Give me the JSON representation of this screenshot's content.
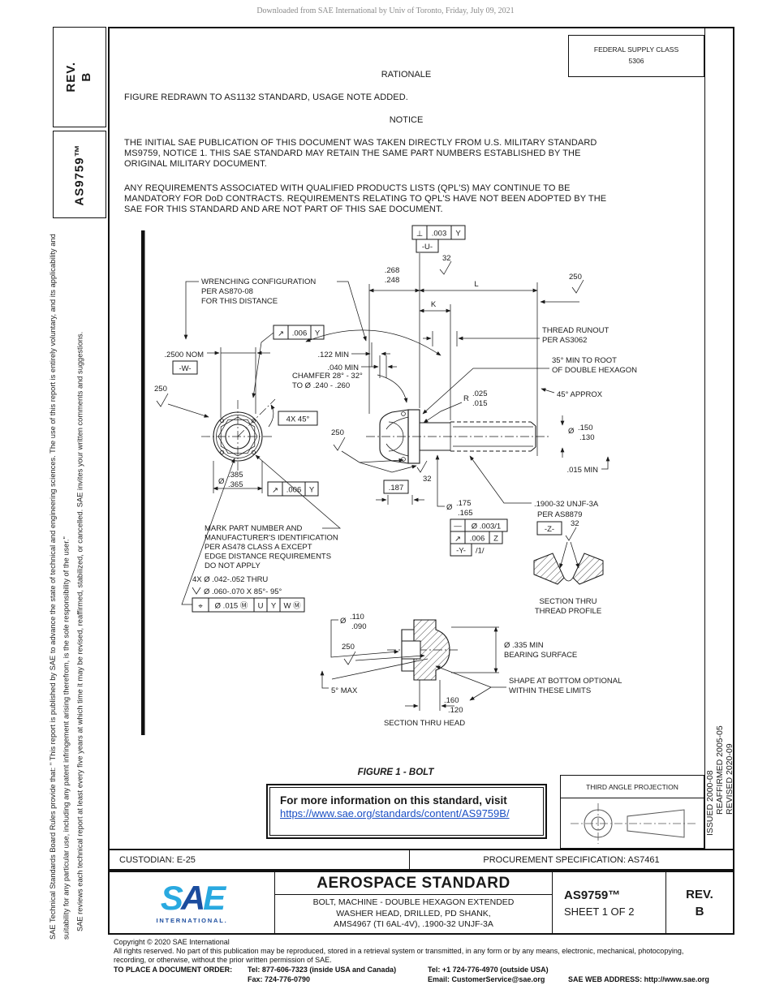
{
  "header": {
    "downloaded_note": "Downloaded from SAE International by Univ of Toronto, Friday, July 09, 2021"
  },
  "sidebar": {
    "rev_line1": "REV.",
    "rev_line2": "B",
    "doc_number": "AS9759™",
    "legal_para1": "SAE Technical Standards Board Rules provide that: \" This report is published by SAE to advance the state of technical and engineering sciences. The use of this report is entirely voluntary, and its applicability and suitability for any particular use, including any patent infringement arising therefrom, is the sole responsibility of the user.\"",
    "legal_para2": "SAE reviews each technical report at least every five years at which time it may be revised, reaffirmed, stabilized, or cancelled. SAE invites your written comments and suggestions."
  },
  "revision_strip": {
    "issued": "ISSUED 2000-08",
    "reaffirmed": "REAFFIRMED 2005-05",
    "revised": "REVISED 2020-09"
  },
  "fsc": {
    "line1": "FEDERAL SUPPLY CLASS",
    "line2": "5306"
  },
  "rationale": {
    "heading": "RATIONALE",
    "body": "FIGURE REDRAWN TO AS1132 STANDARD, USAGE NOTE ADDED."
  },
  "notice": {
    "heading": "NOTICE",
    "p1": [
      "THE INITIAL SAE PUBLICATION OF THIS DOCUMENT WAS TAKEN DIRECTLY FROM U.S. MILITARY STANDARD",
      "MS9759, NOTICE 1. THIS SAE STANDARD MAY RETAIN THE SAME PART NUMBERS ESTABLISHED BY THE",
      "ORIGINAL MILITARY DOCUMENT."
    ],
    "p2": [
      "ANY REQUIREMENTS ASSOCIATED WITH QUALIFIED PRODUCTS LISTS (QPL'S) MAY CONTINUE TO BE",
      "MANDATORY FOR DoD CONTRACTS. REQUIREMENTS RELATING TO QPL'S HAVE NOT BEEN ADOPTED BY THE",
      "SAE FOR THIS STANDARD AND ARE NOT PART OF THIS SAE DOCUMENT."
    ]
  },
  "drawing": {
    "labels": {
      "perp": "⊥",
      "f003": ".003",
      "fY": "Y",
      "fZ": "Z",
      "u": "-U-",
      "w": "-W-",
      "z": "-Z-",
      "y": "-Y-",
      "y1": "/1/",
      "s32": "32",
      "s250": "250",
      "d268": ".268",
      "d248": ".248",
      "L": "L",
      "K": "K",
      "wr1": "WRENCHING CONFIGURATION",
      "wr2": "PER AS870-08",
      "wr3": "FOR THIS DISTANCE",
      "tr1": "THREAD RUNOUT",
      "tr2": "PER AS3062",
      "d2500": ".2500 NOM",
      "d122": ".122 MIN",
      "d040": ".040 MIN",
      "ch1": "CHAMFER 28° - 32°",
      "ch2": "TO Ø .240 - .260",
      "a45": "45° APPROX",
      "r35a": "35° MIN TO ROOT",
      "r35b": "OF DOUBLE HEXAGON",
      "run": "↗",
      "f006": ".006",
      "R": "R",
      "r025": ".025",
      "r015": ".015",
      "c4x45": "4X 45°",
      "phi": "Ø",
      "d385": ".385",
      "d365": ".365",
      "d150": ".150",
      "d130": ".130",
      "d015": ".015 MIN",
      "th1": ".1900-32 UNJF-3A",
      "th2": "PER AS8879",
      "d187": ".187",
      "d175": ".175",
      "d165": ".165",
      "straight": "—",
      "f0031": "Ø .003/1",
      "mk1": "MARK PART NUMBER AND",
      "mk2": "MANUFACTURER'S IDENTIFICATION",
      "mk3": "PER AS478 CLASS A EXCEPT",
      "mk4": "EDGE DISTANCE REQUIREMENTS",
      "mk5": "DO NOT APPLY",
      "h4x": "4X Ø .042-.052 THRU",
      "csk": "Ø .060-.070 X 85°- 95°",
      "pos": "⌖",
      "posval": "Ø .015 Ⓜ",
      "pU": "U",
      "pY": "Y",
      "pWM": "W Ⓜ",
      "d110": ".110",
      "d090": ".090",
      "b1": "Ø .335 MIN",
      "b2": "BEARING SURFACE",
      "sh1": "SHAPE AT BOTTOM OPTIONAL",
      "sh2": "WITHIN THESE LIMITS",
      "d160": ".160",
      "d120": ".120",
      "m5": "5° MAX",
      "sth": "SECTION THRU HEAD",
      "stp1": "SECTION THRU",
      "stp2": "THREAD PROFILE"
    },
    "figure_caption": "FIGURE 1 - BOLT"
  },
  "info_box": {
    "line": "For more information on this standard, visit",
    "link": "https://www.sae.org/standards/content/AS9759B/",
    "link_color": "#1a4fc4"
  },
  "projection": {
    "label": "THIRD ANGLE PROJECTION"
  },
  "custodian": "CUSTODIAN: E-25",
  "procurement": "PROCUREMENT SPECIFICATION: AS7461",
  "title_block": {
    "logo_word": "SAE",
    "logo_sub": "INTERNATIONAL.",
    "logo_light": "#29a9e0",
    "logo_dark": "#1b4c9e",
    "title": "AEROSPACE STANDARD",
    "subtitle1": "BOLT, MACHINE - DOUBLE HEXAGON EXTENDED",
    "subtitle2": "WASHER HEAD, DRILLED, PD SHANK,",
    "subtitle3": "AMS4967 (TI 6AL-4V), .1900-32 UNJF-3A",
    "doc_no": "AS9759™",
    "sheet": "SHEET 1 OF 2",
    "rev_line1": "REV.",
    "rev_line2": "B"
  },
  "footer": {
    "copyright": "Copyright © 2020 SAE International",
    "rights1": "All rights reserved. No part of this publication may be reproduced, stored in a retrieval system or transmitted, in any form or by any means, electronic, mechanical, photocopying,",
    "rights2": "recording, or otherwise, without the prior written permission of SAE.",
    "order_label": "TO PLACE A DOCUMENT ORDER:",
    "tel1": "Tel: 877-606-7323 (inside USA and Canada)",
    "fax": "Fax: 724-776-0790",
    "tel2": "Tel: +1 724-776-4970 (outside USA)",
    "email": "Email: CustomerService@sae.org",
    "web": "SAE WEB ADDRESS: http://www.sae.org"
  }
}
